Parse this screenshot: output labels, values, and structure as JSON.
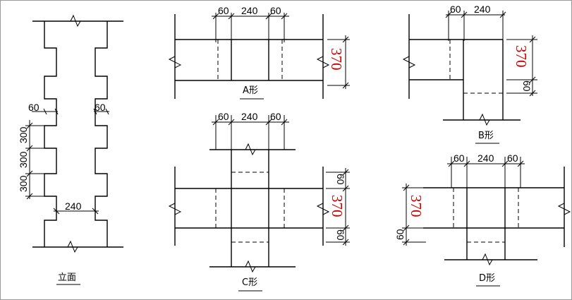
{
  "elevation": {
    "caption": "立面",
    "dim_60_left": "60",
    "dim_60_right": "60",
    "dim_300_a": "300",
    "dim_300_b": "300",
    "dim_300_c": "300",
    "dim_240": "240"
  },
  "form_a": {
    "caption": "A形",
    "dim_60_left": "60",
    "dim_240": "240",
    "dim_60_right": "60",
    "dim_370": "370"
  },
  "form_b": {
    "caption": "B形",
    "dim_60": "60",
    "dim_240": "240",
    "dim_370": "370",
    "dim_60_side": "60"
  },
  "form_c": {
    "caption": "C形",
    "dim_60_left": "60",
    "dim_240": "240",
    "dim_60_right": "60",
    "dim_60_top": "60",
    "dim_370": "370",
    "dim_60_bottom": "60"
  },
  "form_d": {
    "caption": "D形",
    "dim_60_left": "60",
    "dim_240": "240",
    "dim_60_right": "60",
    "dim_370": "370",
    "dim_60_side": "60"
  },
  "colors": {
    "line": "#000000",
    "highlight": "#cc0000",
    "background": "#ffffff"
  }
}
